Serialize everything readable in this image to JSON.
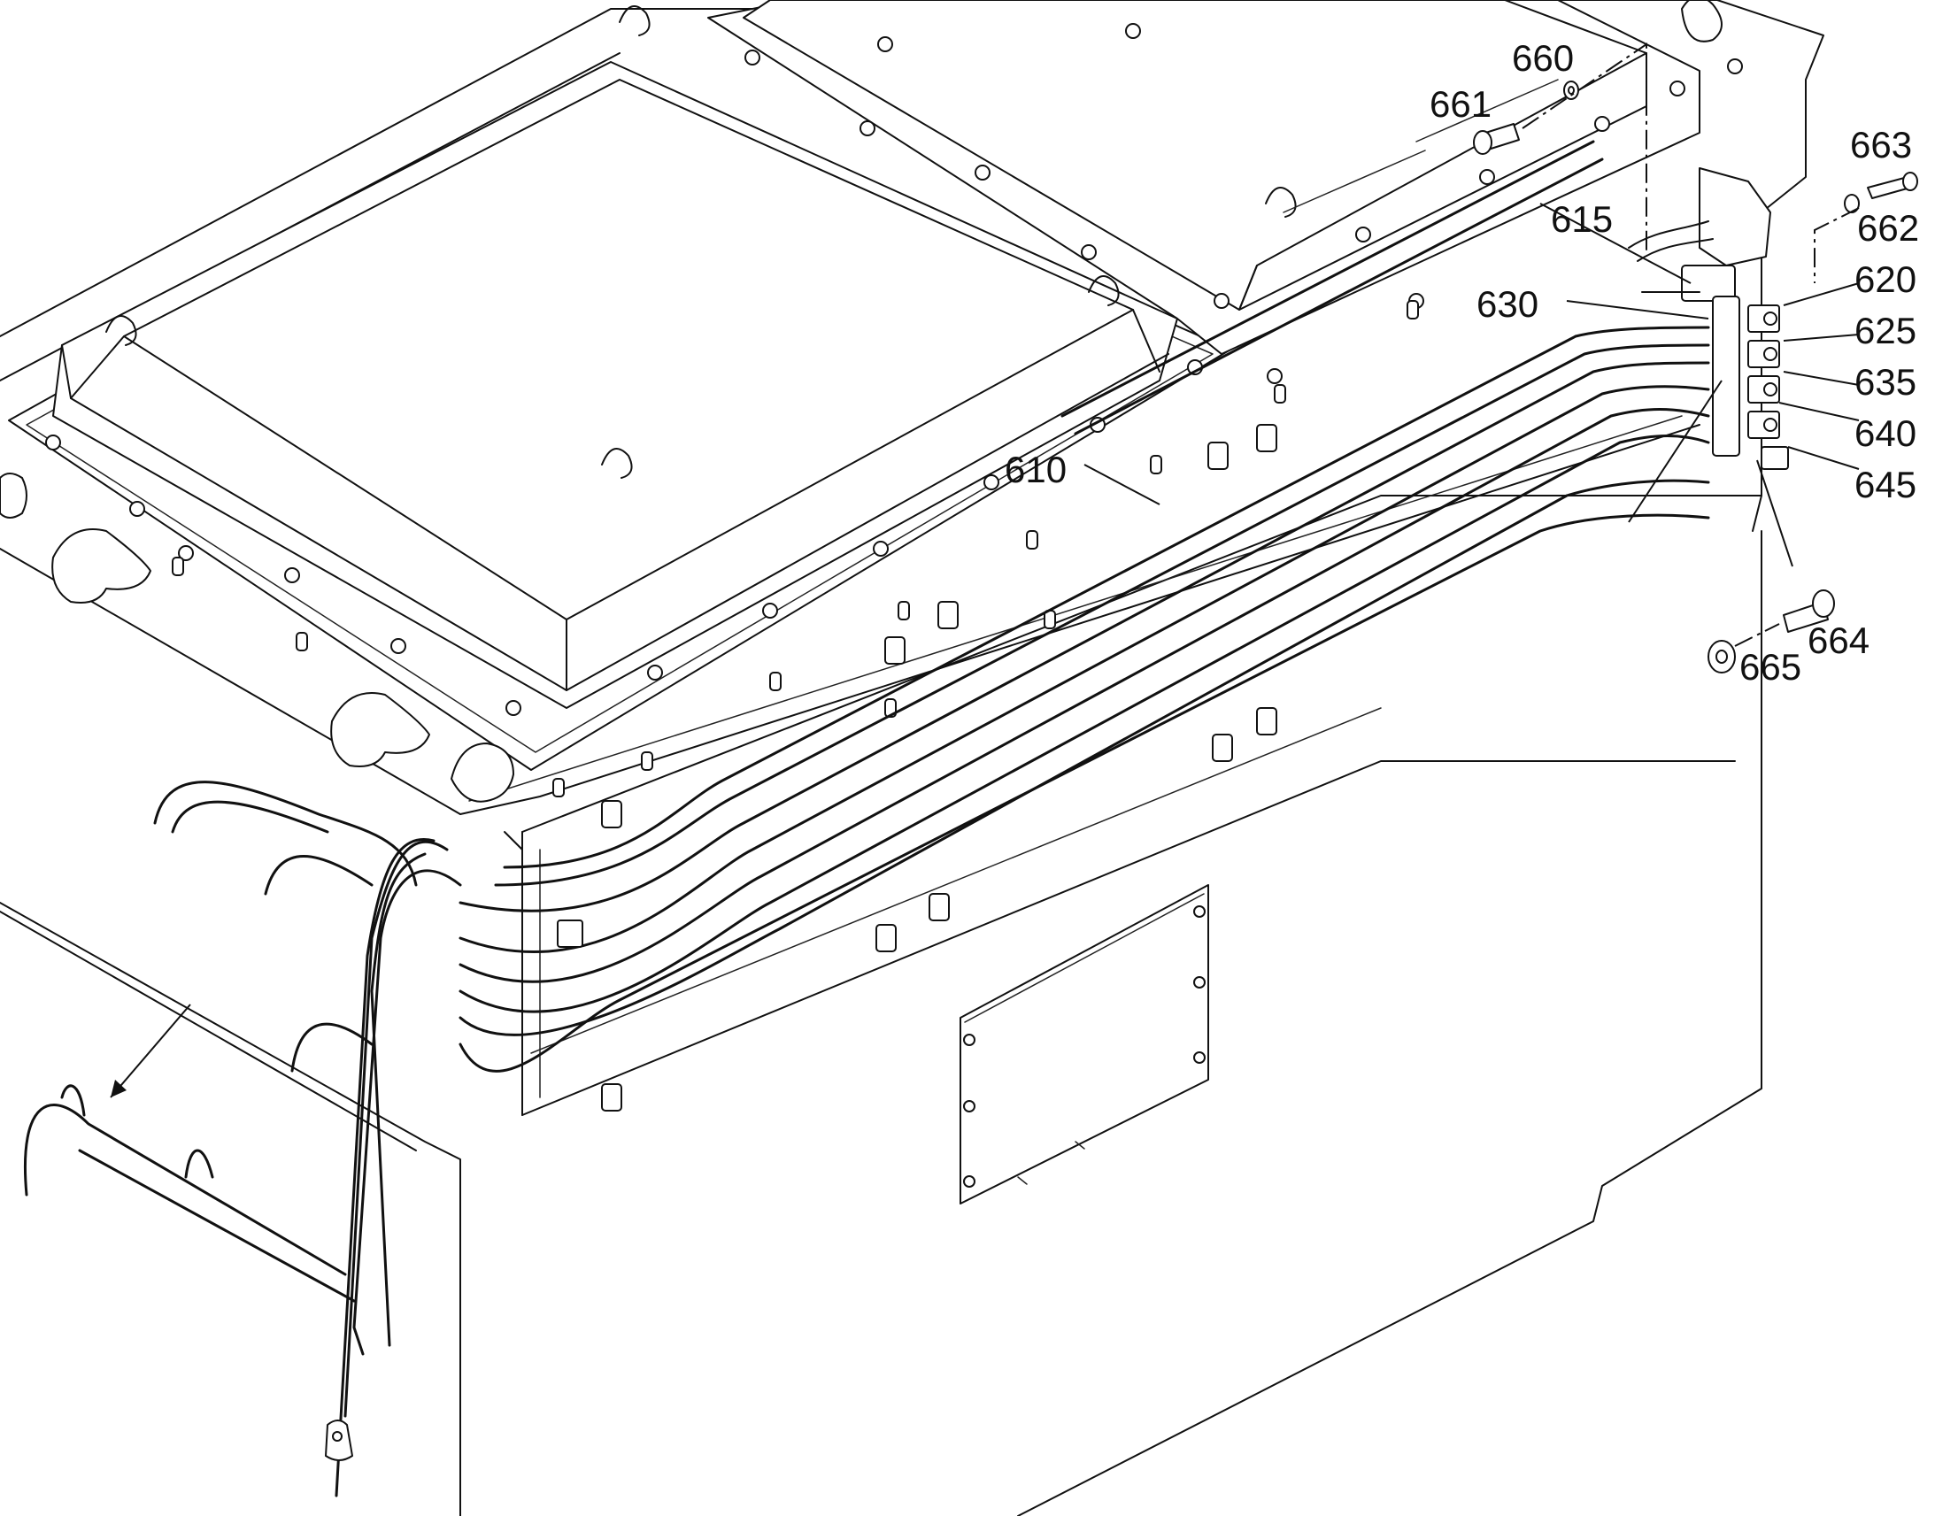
{
  "callouts": {
    "c660": "660",
    "c661": "661",
    "c663": "663",
    "c662": "662",
    "c615": "615",
    "c620": "620",
    "c630": "630",
    "c625": "625",
    "c635": "635",
    "c640": "640",
    "c645": "645",
    "c610": "610",
    "c664": "664",
    "c665": "665"
  },
  "colors": {
    "line": "#111111",
    "background": "#ffffff"
  }
}
